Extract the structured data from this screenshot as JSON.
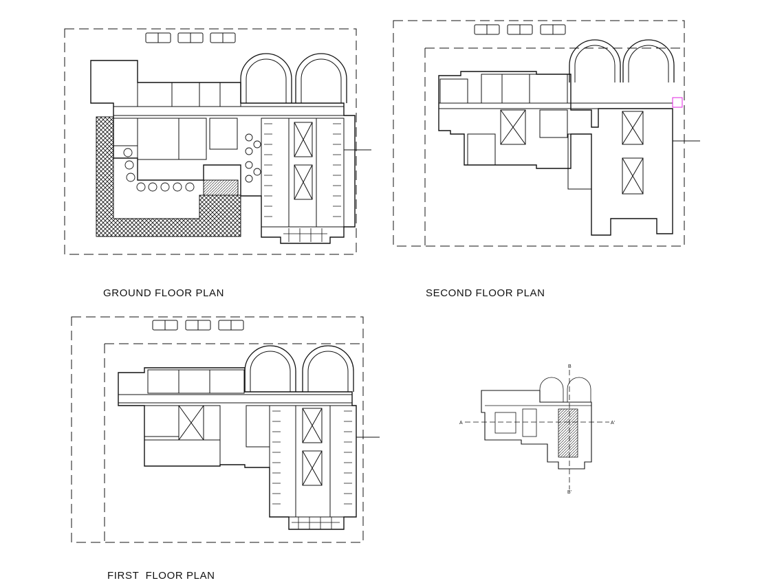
{
  "sheet": {
    "titles": {
      "ground": "GROUND FLOOR PLAN",
      "second": "SECOND FLOOR PLAN",
      "first": "FIRST  FLOOR PLAN"
    },
    "key_plan_marks": {
      "top": "B",
      "bottom": "B'",
      "left": "A",
      "right": "A'"
    }
  },
  "colors": {
    "line": "#111111",
    "background": "#ffffff",
    "accent_marker": "#e020e0"
  }
}
